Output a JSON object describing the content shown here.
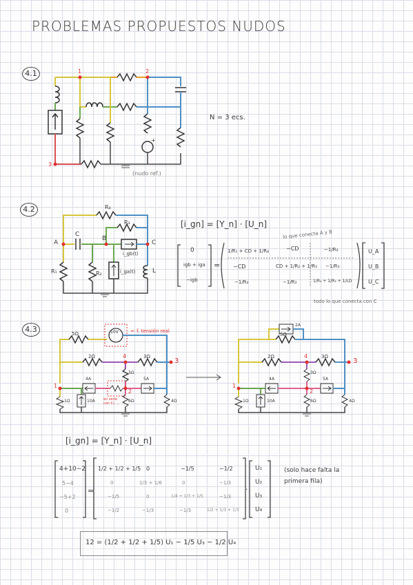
{
  "title": "PROBLEMAS PROPUESTOS  NUDOS",
  "p1": {
    "badge": "4.1",
    "node1": "1",
    "node2": "2",
    "node3": "3",
    "ref": "(nudo ref.)",
    "equations": "N = 3  ecs."
  },
  "p2": {
    "badge": "4.2",
    "r4": "R₄",
    "r3": "R₃",
    "c": "C",
    "a": "A",
    "b": "B",
    "cnode": "C",
    "igb": "i_gb(t)",
    "iga": "i_ga(t)",
    "l": "L",
    "r1": "R₁",
    "r2": "R₂",
    "eq": "[i_gn] = [Y_n] · [U_n]",
    "note_top": "lo que conecta A y B",
    "note_bottom": "todo lo que conecta con C",
    "lhs": [
      "0",
      "igb + iga",
      "−igb"
    ],
    "row1": [
      "1/R₁ + CD + 1/R₄",
      "−CD",
      "−1/R₄"
    ],
    "row2": [
      "−CD",
      "CD + 1/R₂ + 1/R₃",
      "−1/R₃"
    ],
    "row3": [
      "−1/R₄",
      "−1/R₃",
      "1/R₄ + 1/R₃ + 1/LD"
    ],
    "unknowns": [
      "U_A",
      "U_B",
      "U_C"
    ]
  },
  "p3": {
    "badge": "4.3",
    "v10": "10V",
    "tension_note": "← f. tensión real",
    "r5a": "5Ω",
    "r2a": "2Ω",
    "r3a": "3Ω",
    "r3b": "3Ω",
    "i4a": "4A",
    "i5a": "5A",
    "i10a": "10A",
    "r1": "1Ω",
    "r6": "6Ω",
    "r4": "4Ω",
    "n1": "1",
    "n2": "2",
    "n3": "3",
    "n4": "4",
    "serie_note": "en serie con f.i. ...",
    "i2a": "2A",
    "eq": "[i_gn] = [Y_n] · [U_n]",
    "lhs": [
      "4+10−2",
      "5−4",
      "−5+2",
      "0"
    ],
    "row1": [
      "1/2 + 1/2 + 1/5",
      "0",
      "−1/5",
      "−1/2"
    ],
    "row2": [
      "0",
      "1/3 + 1/6",
      "0",
      "−1/3"
    ],
    "row3": [
      "−1/5",
      "0",
      "1/4 + 1/3 + 1/5",
      "−1/3"
    ],
    "row4": [
      "−1/2",
      "−1/3",
      "−1/3",
      "1/2 + 1/3 + 1/3"
    ],
    "unknowns": [
      "U₁",
      "U₂",
      "U₃",
      "U₄"
    ],
    "note": "(solo hace falta la primera fila)",
    "final": "12 = (1/2 + 1/2 + 1/5) U₁ − 1/5 U₃ − 1/2 U₄"
  }
}
